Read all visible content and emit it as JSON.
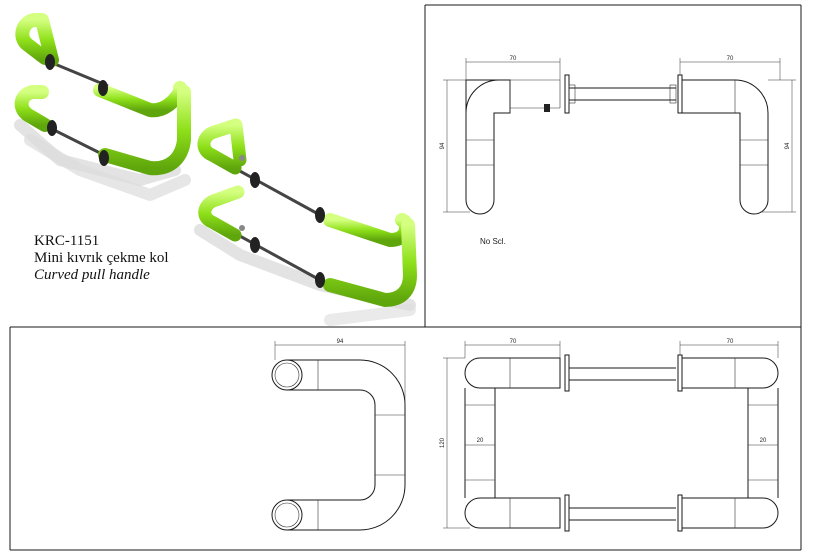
{
  "product": {
    "code": "KRC-1151",
    "name_tr": "Mini kıvrık çekme kol",
    "name_en": "Curved pull handle"
  },
  "drawing": {
    "scale_note": "No Scl.",
    "dims": {
      "side_width_left": "70",
      "side_width_right": "70",
      "side_height_left": "94",
      "side_height_right": "94",
      "plan_width": "94",
      "plan_length": "120",
      "top_width_left": "70",
      "top_width_right": "70",
      "top_inner_left": "20",
      "top_inner_right": "20"
    }
  },
  "colors": {
    "tube": "#8fe01a",
    "tube_highlight": "#d4ff80",
    "shadow": "#d6d6d6",
    "rod": "#444444"
  }
}
